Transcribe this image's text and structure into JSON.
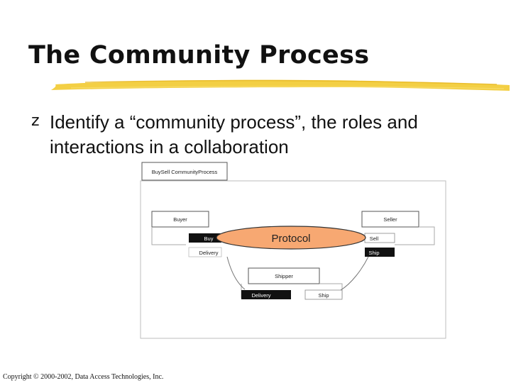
{
  "slide": {
    "title": "The Community Process",
    "bullet": "Identify a “community process”, the roles and interactions in a collaboration",
    "bullet_icon": "z-bullet-icon",
    "footer": "Copyright © 2000-2002, Data Access Technologies, Inc."
  },
  "diagram": {
    "frame_label": "BuySell CommunityProcess",
    "roles": {
      "buyer": "Buyer",
      "seller": "Seller",
      "shipper": "Shipper"
    },
    "ports": {
      "buy": "Buy",
      "delivery_buyer": "Delivery",
      "sell": "Sell",
      "ship_seller": "Ship",
      "delivery_shipper": "Delivery",
      "ship_shipper": "Ship"
    },
    "protocol": "Protocol",
    "colors": {
      "underline": "#f2cc3a",
      "protocol_fill": "#f7a872",
      "port_dark": "#111111"
    }
  }
}
